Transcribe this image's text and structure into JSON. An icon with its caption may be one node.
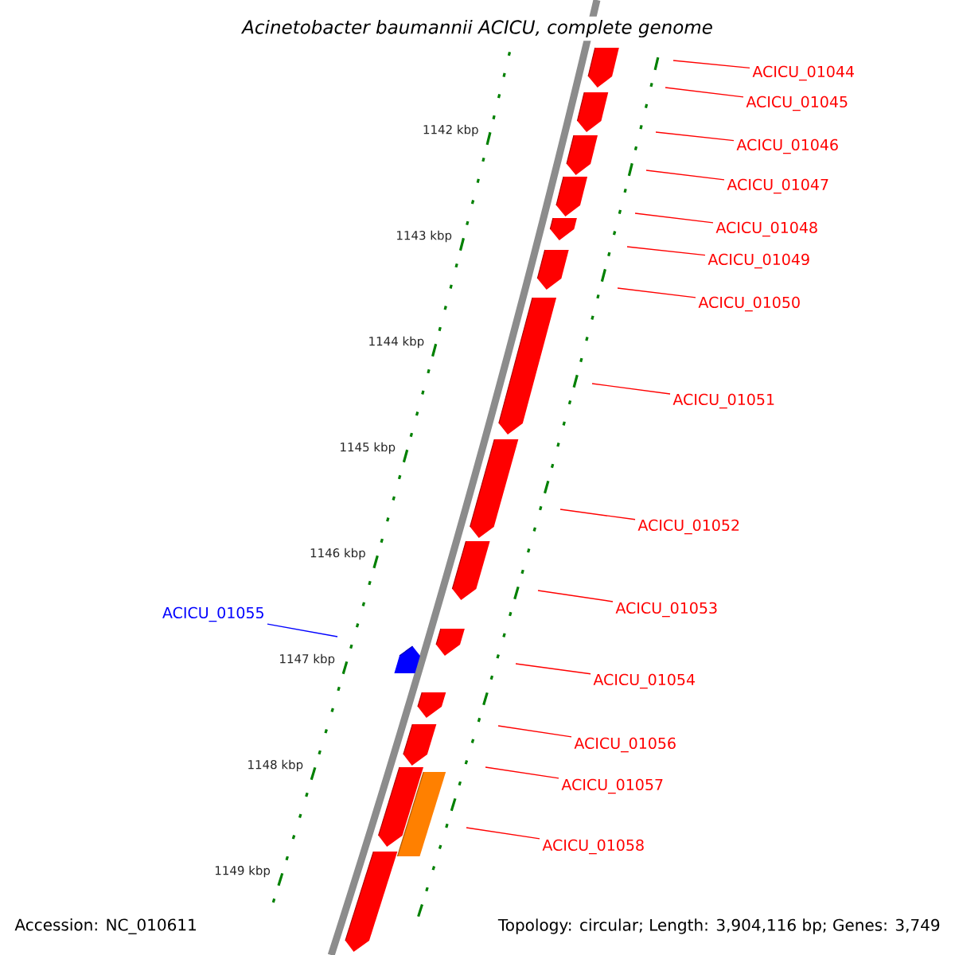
{
  "diagram": {
    "title": "Acinetobacter baumannii ACICU, complete genome",
    "nodes": [
      {
        "text": [
          "ACICU_01044"
        ]
      },
      {
        "text": [
          "ACICU_01045"
        ]
      },
      {
        "text": [
          "ACICU_01046"
        ]
      },
      {
        "text": [
          "ACICU_01047"
        ]
      },
      {
        "text": [
          "ACICU_01048"
        ]
      },
      {
        "text": [
          "ACICU_01049"
        ]
      },
      {
        "text": [
          "ACICU_01050"
        ]
      },
      {
        "text": [
          "ACICU_01051"
        ]
      },
      {
        "text": [
          "ACICU_01052"
        ]
      },
      {
        "text": [
          "ACICU_01053"
        ]
      },
      {
        "text": [
          "ACICU_01055"
        ]
      },
      {
        "text": [
          "ACICU_01054"
        ]
      },
      {
        "text": [
          "ACICU_01056"
        ]
      },
      {
        "text": [
          "ACICU_01057"
        ]
      },
      {
        "text": [
          "ACICU_01058"
        ]
      }
    ],
    "edges": [
      {
        "from": 0,
        "to": null,
        "arrow": "none"
      },
      {
        "from": 1,
        "to": null,
        "arrow": "none"
      },
      {
        "from": 2,
        "to": null,
        "arrow": "none"
      },
      {
        "from": 3,
        "to": null,
        "arrow": "none"
      },
      {
        "from": 4,
        "to": null,
        "arrow": "none"
      },
      {
        "from": 5,
        "to": null,
        "arrow": "none"
      },
      {
        "from": 6,
        "to": null,
        "arrow": "none"
      },
      {
        "from": 7,
        "to": null,
        "arrow": "none"
      },
      {
        "from": 8,
        "to": null,
        "arrow": "none"
      },
      {
        "from": 9,
        "to": null,
        "arrow": "none"
      },
      {
        "from": 10,
        "to": null,
        "arrow": "none",
        "color": "#0000ff"
      },
      {
        "from": 11,
        "to": null,
        "arrow": "none"
      },
      {
        "from": 12,
        "to": null,
        "arrow": "none"
      },
      {
        "from": 13,
        "to": null,
        "arrow": "none"
      },
      {
        "from": 14,
        "to": null,
        "arrow": "none"
      }
    ],
    "labels": [
      "1142 kbp",
      "1143 kbp",
      "1144 kbp",
      "1145 kbp",
      "1146 kbp",
      "1147 kbp",
      "1148 kbp",
      "1149 kbp",
      "Accession: NC_010611",
      "Topology: circular; Length: 3,904,116 bp; Genes: 3,749"
    ]
  }
}
